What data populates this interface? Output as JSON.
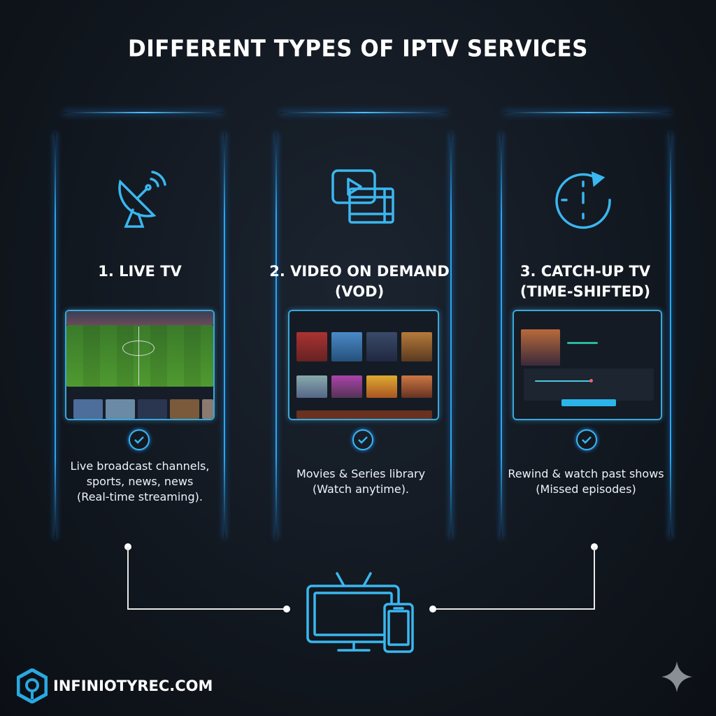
{
  "title": "DIFFERENT TYPES OF IPTV SERVICES",
  "columns": [
    {
      "number_title": "1. LIVE TV",
      "subtitle": "",
      "icon": "satellite-dish-icon",
      "description": [
        "Live broadcast channels,",
        "sports, news, news",
        "(Real-time streaming)."
      ]
    },
    {
      "number_title": "2. VIDEO ON DEMAND",
      "subtitle": "(VOD)",
      "icon": "video-play-icon",
      "description": [
        "Movies & Series library",
        "(Watch anytime)."
      ]
    },
    {
      "number_title": "3. CATCH-UP TV",
      "subtitle": "(TIME-SHIFTED)",
      "icon": "clock-rewind-icon",
      "description": [
        "Rewind & watch past shows",
        "(Missed episodes)"
      ]
    }
  ],
  "footer": {
    "brand": "INFINIOTYREC.COM"
  },
  "colors": {
    "accent": "#2aa8f0",
    "background": "#121820"
  }
}
